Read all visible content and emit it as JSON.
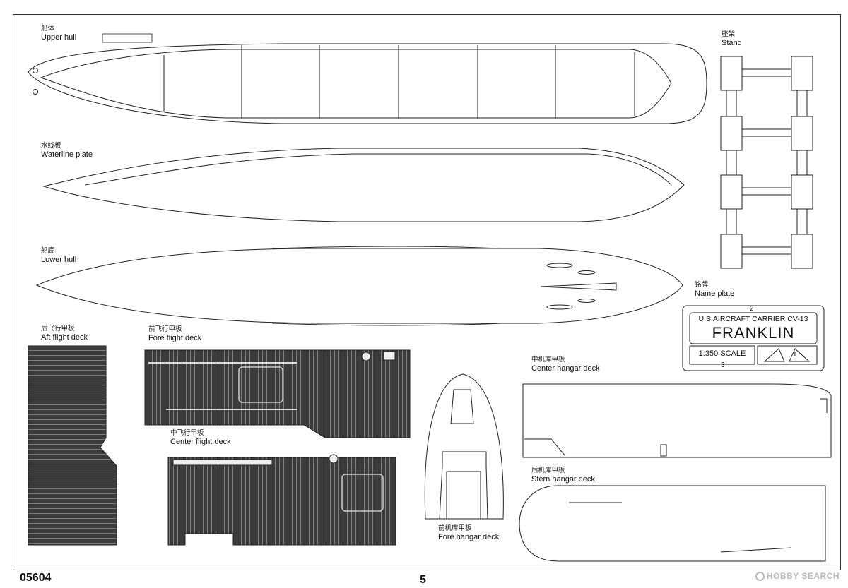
{
  "parts": {
    "upper_hull": {
      "zh": "船体",
      "en": "Upper hull"
    },
    "waterline_plate": {
      "zh": "水线板",
      "en": "Waterline plate"
    },
    "lower_hull": {
      "zh": "船底",
      "en": "Lower hull"
    },
    "aft_flight_deck": {
      "zh": "后飞行甲板",
      "en": "Aft flight deck"
    },
    "fore_flight_deck": {
      "zh": "前飞行甲板",
      "en": "Fore flight deck"
    },
    "center_flight_deck": {
      "zh": "中飞行甲板",
      "en": "Center flight deck"
    },
    "fore_hangar_deck": {
      "zh": "前机库甲板",
      "en": "Fore hangar deck"
    },
    "center_hangar_deck": {
      "zh": "中机库甲板",
      "en": "Center hangar deck"
    },
    "stern_hangar_deck": {
      "zh": "后机库甲板",
      "en": "Stern hangar deck"
    },
    "stand": {
      "zh": "座架",
      "en": "Stand"
    },
    "name_plate": {
      "zh": "铭牌",
      "en": "Name plate"
    }
  },
  "nameplate": {
    "subtitle": "U.S.AIRCRAFT CARRIER CV-13",
    "ship": "FRANKLIN",
    "scale": "1:350 SCALE",
    "num1": "1",
    "num2": "2",
    "num3": "3"
  },
  "footer": {
    "code": "05604",
    "page": "5"
  },
  "watermark": "HOBBY SEARCH",
  "colors": {
    "line": "#222222",
    "deck": "#3b3b3b",
    "deck_line": "#9a9a9a"
  }
}
